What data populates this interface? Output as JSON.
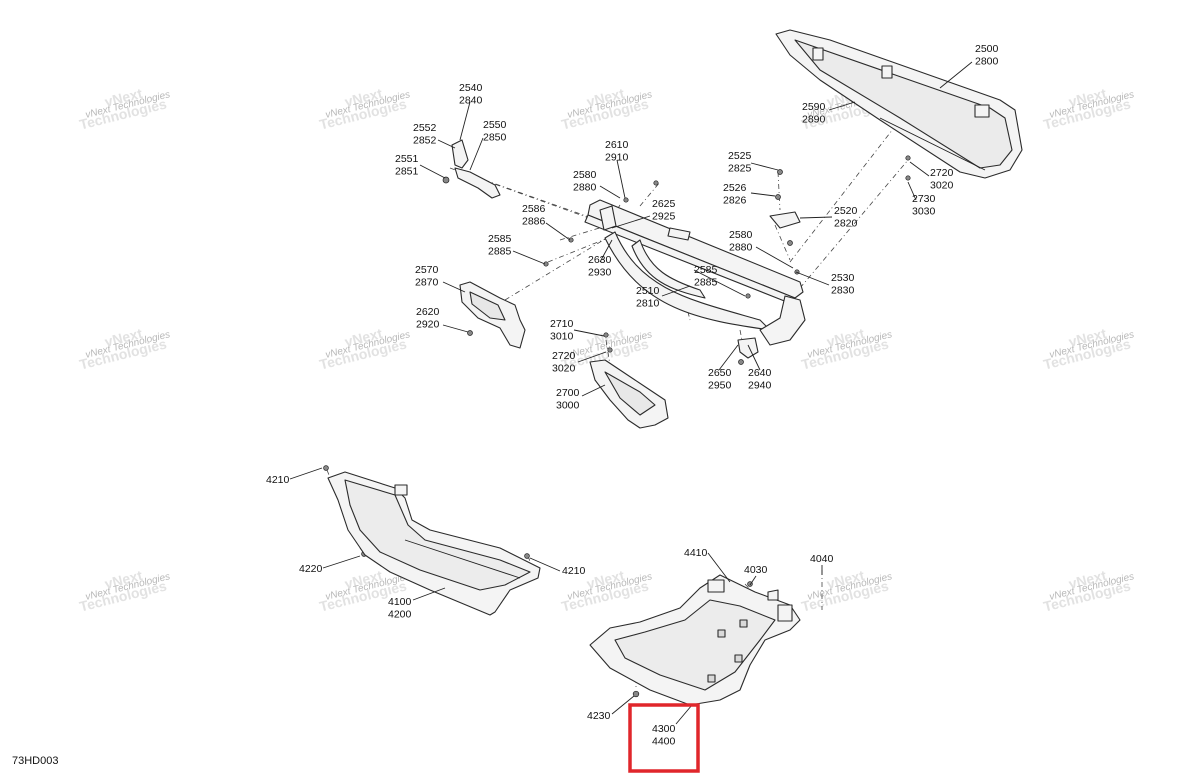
{
  "diagram_code": "73HD003",
  "watermark": {
    "line1": "vNext",
    "line2": "Technologies",
    "small": "vNext Technologies"
  },
  "callouts": [
    {
      "id": "c2500",
      "text": "2500\n2800"
    },
    {
      "id": "c2590",
      "text": "2590\n2890"
    },
    {
      "id": "c2720a",
      "text": "2720\n3020"
    },
    {
      "id": "c2730",
      "text": "2730\n3030"
    },
    {
      "id": "c2540",
      "text": "2540\n2840"
    },
    {
      "id": "c2552",
      "text": "2552\n2852"
    },
    {
      "id": "c2550",
      "text": "2550\n2850"
    },
    {
      "id": "c2551",
      "text": "2551\n2851"
    },
    {
      "id": "c2610",
      "text": "2610\n2910"
    },
    {
      "id": "c2580a",
      "text": "2580\n2880"
    },
    {
      "id": "c2525",
      "text": "2525\n2825"
    },
    {
      "id": "c2526",
      "text": "2526\n2826"
    },
    {
      "id": "c2520",
      "text": "2520\n2820"
    },
    {
      "id": "c2586",
      "text": "2586\n2886"
    },
    {
      "id": "c2625",
      "text": "2625\n2925"
    },
    {
      "id": "c2585a",
      "text": "2585\n2885"
    },
    {
      "id": "c2630",
      "text": "2630\n2930"
    },
    {
      "id": "c2580b",
      "text": "2580\n2880"
    },
    {
      "id": "c2530",
      "text": "2530\n2830"
    },
    {
      "id": "c2570",
      "text": "2570\n2870"
    },
    {
      "id": "c2585b",
      "text": "2585\n2885"
    },
    {
      "id": "c2510",
      "text": "2510\n2810"
    },
    {
      "id": "c2620",
      "text": "2620\n2920"
    },
    {
      "id": "c2710",
      "text": "2710\n3010"
    },
    {
      "id": "c2720b",
      "text": "2720\n3020"
    },
    {
      "id": "c2650",
      "text": "2650\n2950"
    },
    {
      "id": "c2640",
      "text": "2640\n2940"
    },
    {
      "id": "c2700",
      "text": "2700\n3000"
    },
    {
      "id": "c4210a",
      "text": "4210"
    },
    {
      "id": "c4220",
      "text": "4220"
    },
    {
      "id": "c4210b",
      "text": "4210"
    },
    {
      "id": "c4100",
      "text": "4100\n4200"
    },
    {
      "id": "c4410",
      "text": "4410"
    },
    {
      "id": "c4030",
      "text": "4030"
    },
    {
      "id": "c4040",
      "text": "4040"
    },
    {
      "id": "c4230",
      "text": "4230"
    },
    {
      "id": "c4300",
      "text": "4300\n4400"
    }
  ],
  "highlight": {
    "label": "4300/4400",
    "color": "#e0262b"
  }
}
